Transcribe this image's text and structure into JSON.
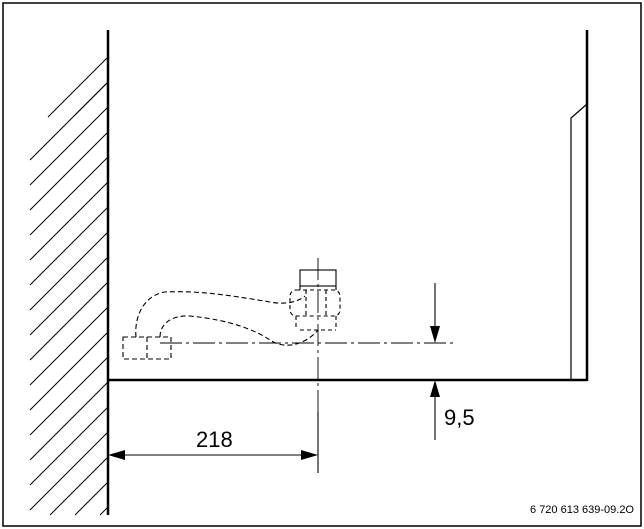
{
  "dimensions": {
    "horizontal": "218",
    "vertical": "9,5"
  },
  "figure_reference": "6 720 613 639-09.2O"
}
